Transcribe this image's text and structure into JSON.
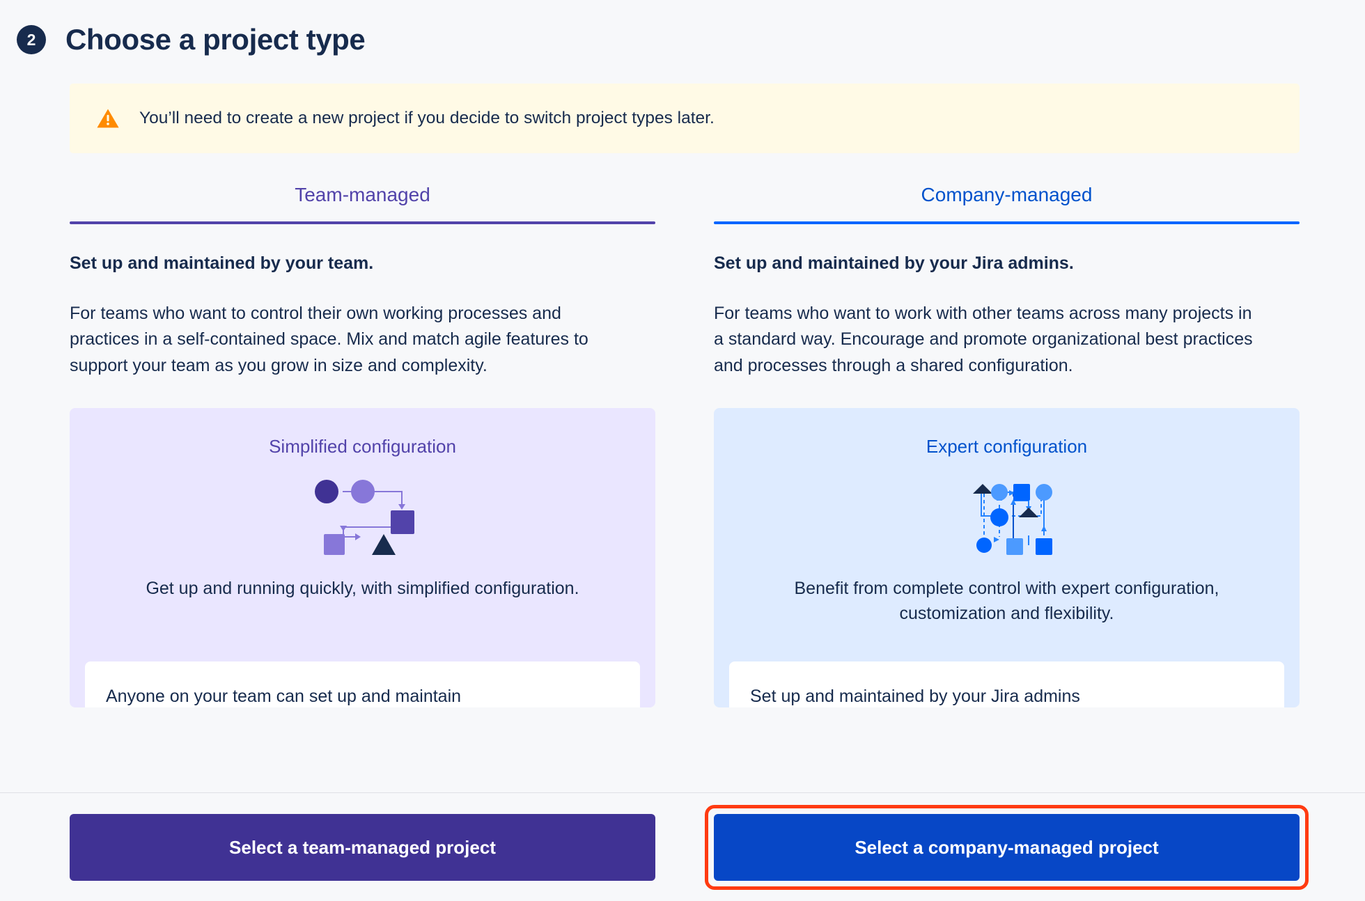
{
  "header": {
    "step_number": "2",
    "title": "Choose a project type"
  },
  "warning": {
    "icon": "warning-triangle-icon",
    "icon_color": "#FF8B00",
    "background": "#FFFAE6",
    "text": "You’ll need to create a new project if you decide to switch project types later."
  },
  "columns": [
    {
      "key": "team-managed",
      "heading": "Team-managed",
      "accent": "#5243AA",
      "rule_color": "#5243AA",
      "lead": "Set up and maintained by your team.",
      "paragraph": "For teams who want to control their own working processes and practices in a self-contained space. Mix and match agile features to support your team as you grow in size and complexity.",
      "card": {
        "background": "#EAE6FF",
        "title": "Simplified configuration",
        "title_color": "#5243AA",
        "figure": "simplified-workflow-diagram-icon",
        "description": "Get up and running quickly, with simplified configuration.",
        "panel_text": "Anyone on your team can set up and maintain"
      },
      "button": {
        "label": "Select a team-managed project",
        "background": "#403294",
        "text_color": "#FFFFFF",
        "highlighted": false
      }
    },
    {
      "key": "company-managed",
      "heading": "Company-managed",
      "accent": "#0052CC",
      "rule_color": "#0065FF",
      "lead": "Set up and maintained by your Jira admins.",
      "paragraph": "For teams who want to work with other teams across many projects in a standard way. Encourage and promote organizational best practices and processes through a shared configuration.",
      "card": {
        "background": "#DEEBFF",
        "title": "Expert configuration",
        "title_color": "#0052CC",
        "figure": "expert-workflow-diagram-icon",
        "description": "Benefit from complete control with expert configuration, customization and flexibility.",
        "panel_text": "Set up and maintained by your Jira admins"
      },
      "button": {
        "label": "Select a company-managed project",
        "background": "#0747C6",
        "text_color": "#FFFFFF",
        "highlighted": true,
        "highlight_color": "#FF3B11"
      }
    }
  ]
}
